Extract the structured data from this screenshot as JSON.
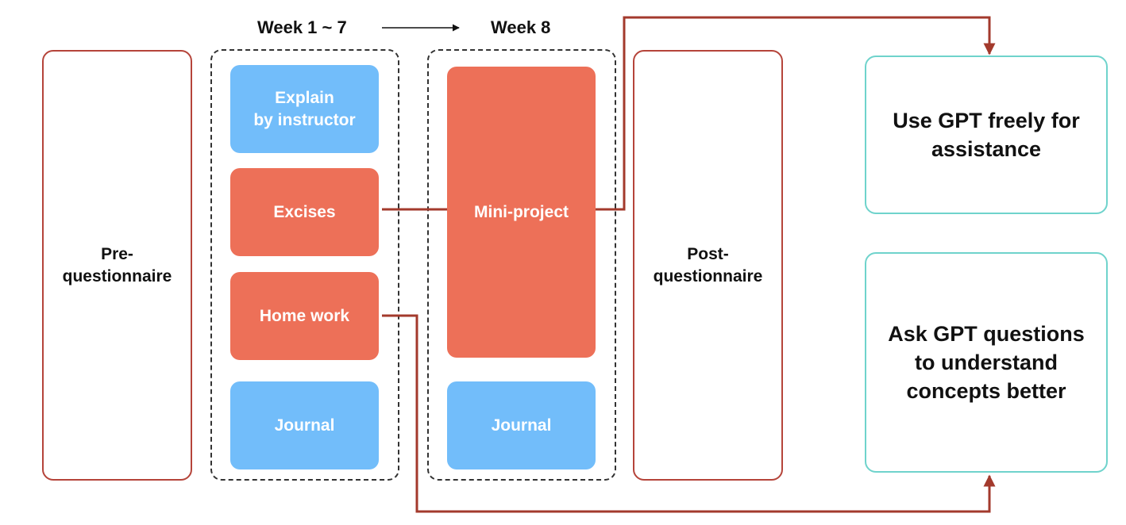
{
  "headers": {
    "week_1_7": "Week 1 ~ 7",
    "week_8": "Week 8"
  },
  "boxes": {
    "pre_questionnaire": "Pre-\nquestionnaire",
    "explain": "Explain\nby instructor",
    "excises": "Excises",
    "home_work": "Home work",
    "journal_1": "Journal",
    "mini_project": "Mini-project",
    "journal_2": "Journal",
    "post_questionnaire": "Post-\nquestionnaire",
    "use_gpt": "Use GPT freely for\nassistance",
    "ask_gpt": "Ask GPT questions\nto understand\nconcepts better"
  },
  "colors": {
    "activity_red": "#ed7058",
    "activity_blue": "#72bdfa",
    "connector": "#a33a2c",
    "gpt_border": "#6fd3cc"
  }
}
